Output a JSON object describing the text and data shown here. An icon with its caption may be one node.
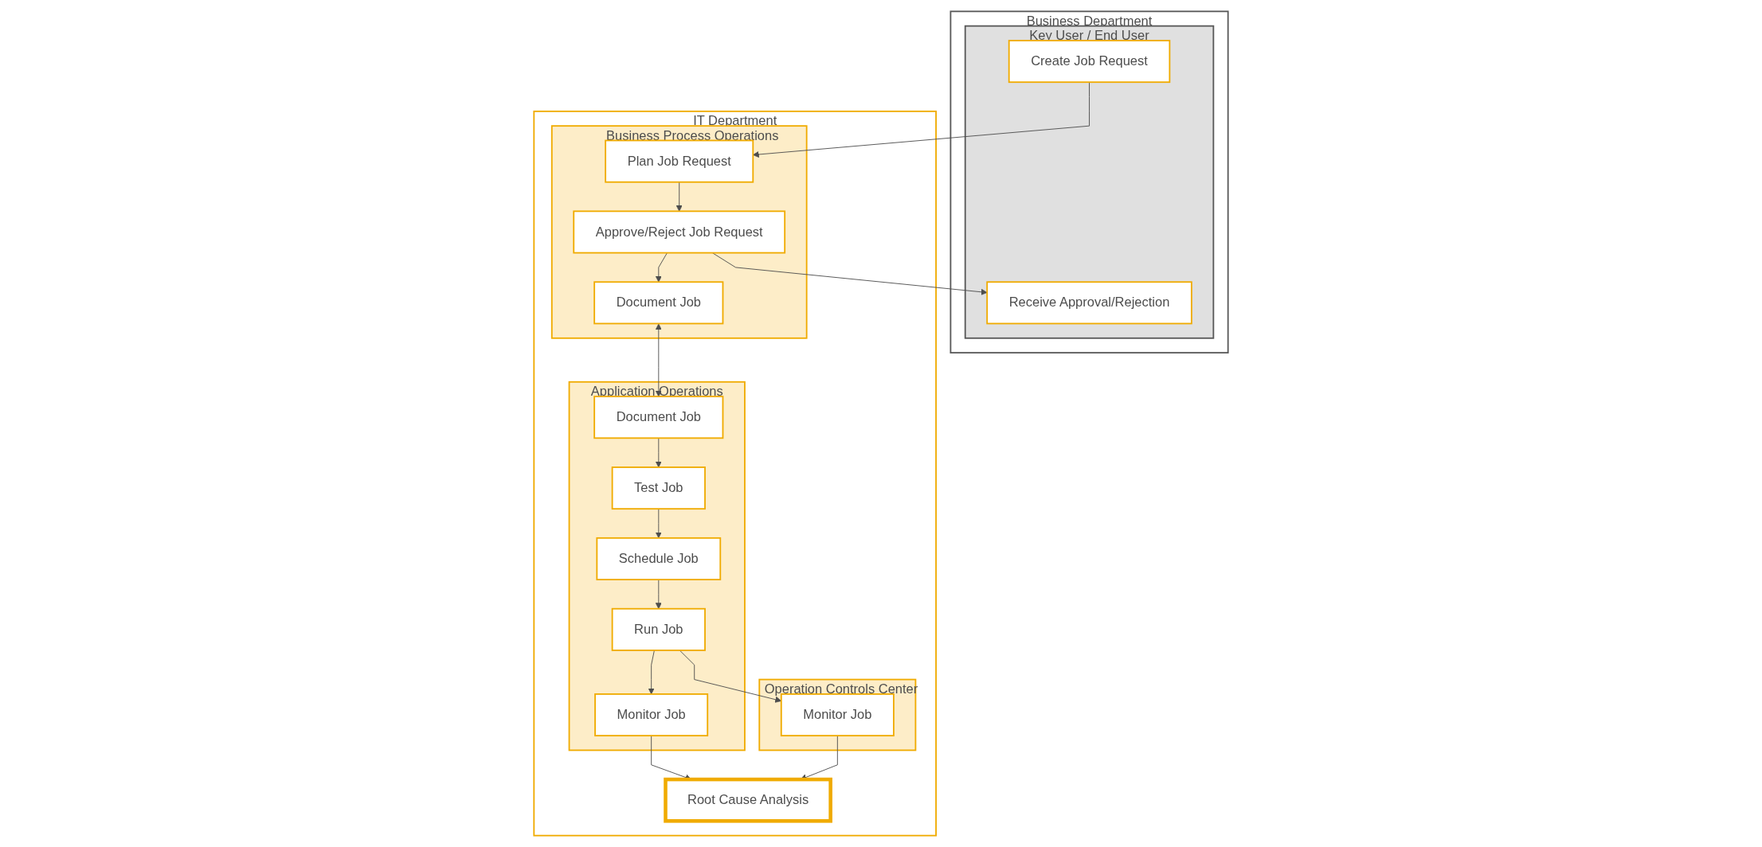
{
  "diagram": {
    "nodes": [
      {
        "text": [
          "Business Department"
        ]
      },
      {
        "text": [
          "Key User / End User"
        ],
        "in": 0
      },
      {
        "text": [
          "Create Job Request"
        ],
        "in": 1
      },
      {
        "text": [
          "Receive Approval/Rejection"
        ],
        "in": 1
      },
      {
        "text": [
          "IT Department"
        ]
      },
      {
        "text": [
          "Business Process Operations"
        ],
        "in": 4
      },
      {
        "text": [
          "Plan Job Request"
        ],
        "in": 5
      },
      {
        "text": [
          "Approve/Reject Job Request"
        ],
        "in": 5
      },
      {
        "text": [
          "Document Job"
        ],
        "in": 5
      },
      {
        "text": [
          "Application Operations"
        ],
        "in": 4
      },
      {
        "text": [
          "Document Job"
        ],
        "in": 9
      },
      {
        "text": [
          "Test Job"
        ],
        "in": 9
      },
      {
        "text": [
          "Schedule Job"
        ],
        "in": 9
      },
      {
        "text": [
          "Run Job"
        ],
        "in": 9
      },
      {
        "text": [
          "Monitor Job"
        ],
        "in": 9
      },
      {
        "text": [
          "Operation Controls Center"
        ],
        "in": 4
      },
      {
        "text": [
          "Monitor Job"
        ],
        "in": 15
      },
      {
        "text": [
          "Root Cause Analysis"
        ],
        "in": 4
      }
    ],
    "edges": [
      {
        "from": 2,
        "to": 6,
        "arrow": "to"
      },
      {
        "from": 7,
        "to": 3,
        "arrow": "to"
      },
      {
        "from": 6,
        "to": 7,
        "arrow": "to"
      },
      {
        "from": 7,
        "to": 8,
        "arrow": "to"
      },
      {
        "from": 8,
        "to": 10,
        "arrow": "both"
      },
      {
        "from": 10,
        "to": 11,
        "arrow": "to"
      },
      {
        "from": 11,
        "to": 12,
        "arrow": "to"
      },
      {
        "from": 12,
        "to": 13,
        "arrow": "to"
      },
      {
        "from": 13,
        "to": 14,
        "arrow": "to"
      },
      {
        "from": 13,
        "to": 16,
        "arrow": "to"
      },
      {
        "from": 14,
        "to": 17,
        "arrow": "to"
      },
      {
        "from": 16,
        "to": 17,
        "arrow": "to"
      }
    ]
  }
}
